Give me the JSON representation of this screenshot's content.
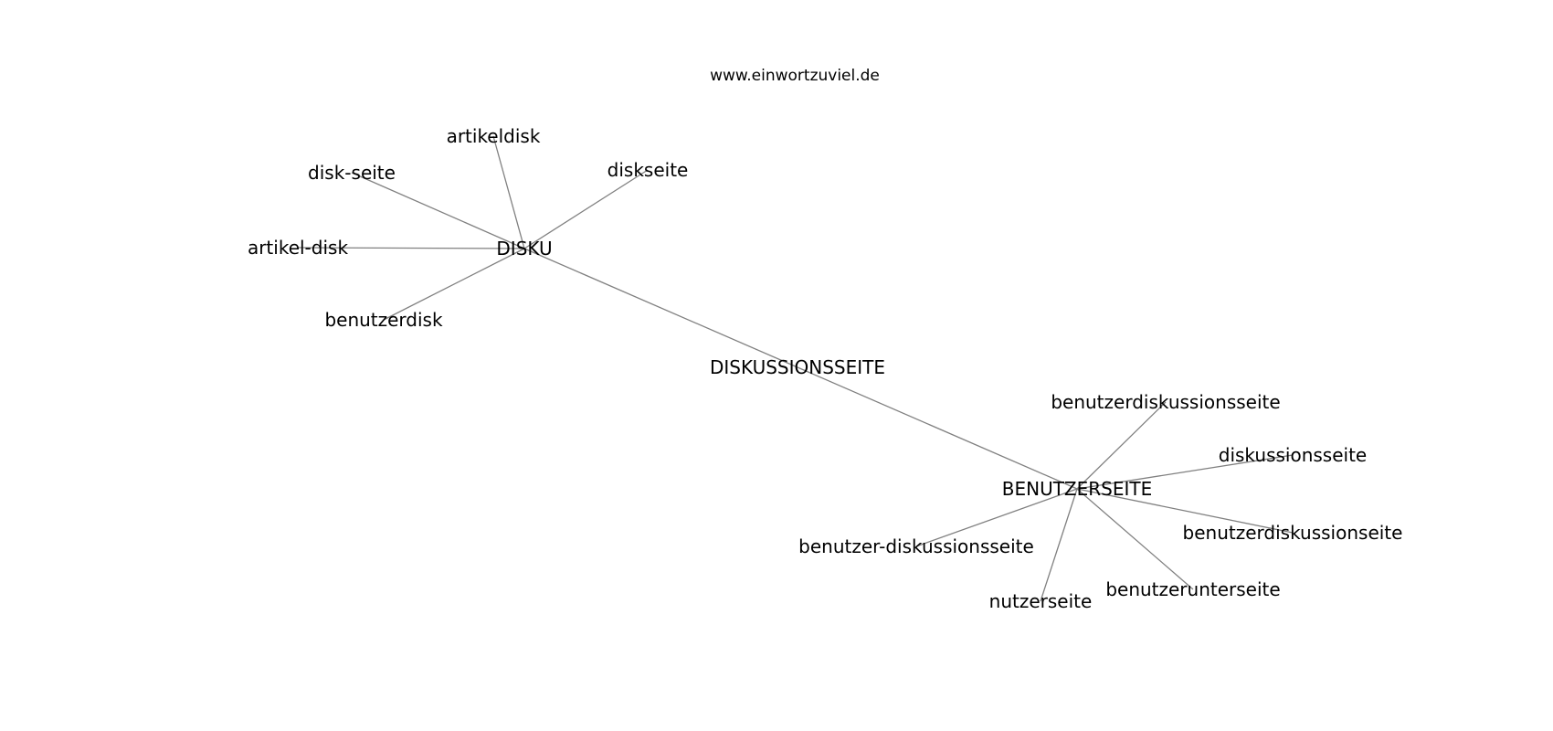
{
  "caption": "www.einwortzuviel.de",
  "nodes": [
    {
      "id": "DISKU",
      "label": "DISKU"
    },
    {
      "id": "DISKUSSIONSSEITE",
      "label": "DISKUSSIONSSEITE"
    },
    {
      "id": "BENUTZERSEITE",
      "label": "BENUTZERSEITE"
    },
    {
      "id": "artikeldisk",
      "label": "artikeldisk"
    },
    {
      "id": "disk-seite",
      "label": "disk-seite"
    },
    {
      "id": "diskseite",
      "label": "diskseite"
    },
    {
      "id": "artikel-disk",
      "label": "artikel-disk"
    },
    {
      "id": "benutzerdisk",
      "label": "benutzerdisk"
    },
    {
      "id": "benutzerdiskussionsseite",
      "label": "benutzerdiskussionsseite"
    },
    {
      "id": "diskussionsseite",
      "label": "diskussionsseite"
    },
    {
      "id": "benutzerdiskussionseite",
      "label": "benutzerdiskussionseite"
    },
    {
      "id": "benutzer-diskussionsseite",
      "label": "benutzer-diskussionsseite"
    },
    {
      "id": "benutzerunterseite",
      "label": "benutzerunterseite"
    },
    {
      "id": "nutzerseite",
      "label": "nutzerseite"
    }
  ],
  "edges": [
    [
      "DISKU",
      "artikeldisk"
    ],
    [
      "DISKU",
      "disk-seite"
    ],
    [
      "DISKU",
      "diskseite"
    ],
    [
      "DISKU",
      "artikel-disk"
    ],
    [
      "DISKU",
      "benutzerdisk"
    ],
    [
      "DISKU",
      "BENUTZERSEITE"
    ],
    [
      "BENUTZERSEITE",
      "benutzerdiskussionsseite"
    ],
    [
      "BENUTZERSEITE",
      "diskussionsseite"
    ],
    [
      "BENUTZERSEITE",
      "benutzerdiskussionseite"
    ],
    [
      "BENUTZERSEITE",
      "benutzer-diskussionsseite"
    ],
    [
      "BENUTZERSEITE",
      "benutzerunterseite"
    ],
    [
      "BENUTZERSEITE",
      "nutzerseite"
    ]
  ]
}
